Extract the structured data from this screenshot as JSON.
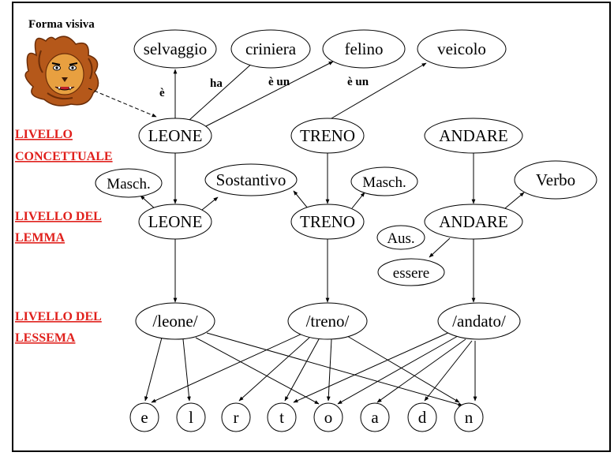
{
  "title": "Forma visiva",
  "levels": {
    "concettuale": [
      "LIVELLO",
      "CONCETTUALE"
    ],
    "lemma": [
      "LIVELLO DEL",
      "LEMMA"
    ],
    "lessema": [
      "LIVELLO DEL",
      "LESSEMA"
    ]
  },
  "concepts": {
    "selvaggio": "selvaggio",
    "criniera": "criniera",
    "felino": "felino",
    "veicolo": "veicolo",
    "leone": "LEONE",
    "treno": "TRENO",
    "andare": "ANDARE"
  },
  "relations": {
    "e": "è",
    "ha": "ha",
    "eun1": "è un",
    "eun2": "è un"
  },
  "lemmas": {
    "leone": "LEONE",
    "treno": "TRENO",
    "andare": "ANDARE",
    "masch1": "Masch.",
    "sostantivo": "Sostantivo",
    "masch2": "Masch.",
    "verbo": "Verbo",
    "aus": "Aus.",
    "essere": "essere"
  },
  "lexemes": {
    "leone": "/leone/",
    "treno": "/treno/",
    "andato": "/andato/"
  },
  "phonemes": [
    "e",
    "l",
    "r",
    "t",
    "o",
    "a",
    "d",
    "n"
  ]
}
